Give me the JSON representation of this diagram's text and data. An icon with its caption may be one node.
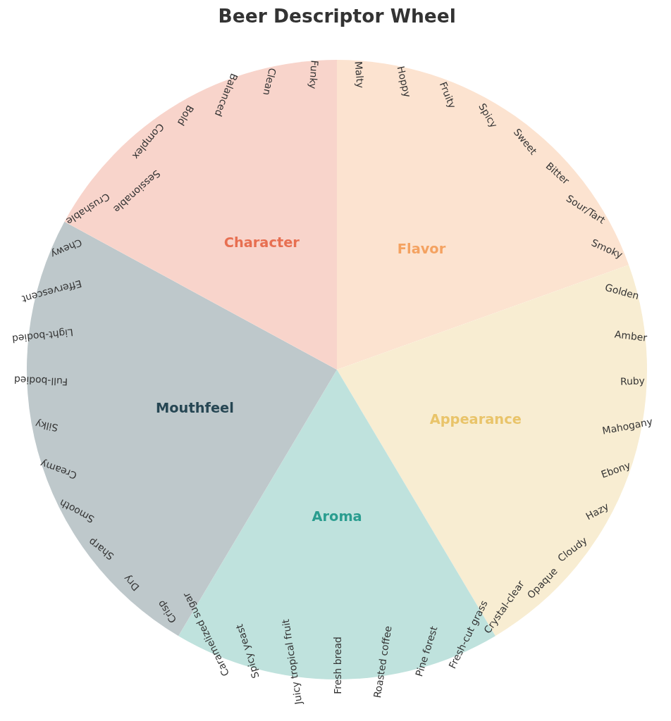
{
  "diagram": {
    "title": "Beer Descriptor Wheel",
    "nodes": [
      {
        "text": [
          "Flavor",
          "Malty",
          "Hoppy",
          "Fruity",
          "Spicy",
          "Sweet",
          "Bitter",
          "Sour/Tart",
          "Smoky"
        ]
      },
      {
        "text": [
          "Appearance",
          "Golden",
          "Amber",
          "Ruby",
          "Mahogany",
          "Ebony",
          "Hazy",
          "Cloudy",
          "Opaque",
          "Crystal-clear"
        ]
      },
      {
        "text": [
          "Aroma",
          "Fresh-cut grass",
          "Pine forest",
          "Roasted coffee",
          "Fresh bread",
          "Juicy tropical fruit",
          "Spicy yeast",
          "Caramelized sugar"
        ]
      },
      {
        "text": [
          "Mouthfeel",
          "Crisp",
          "Dry",
          "Sharp",
          "Smooth",
          "Creamy",
          "Silky",
          "Full-bodied",
          "Light-bodied",
          "Effervescent",
          "Chewy"
        ]
      },
      {
        "text": [
          "Character",
          "Crushable",
          "Sessionable",
          "Complex",
          "Bold",
          "Balanced",
          "Clean",
          "Funky"
        ]
      }
    ]
  }
}
